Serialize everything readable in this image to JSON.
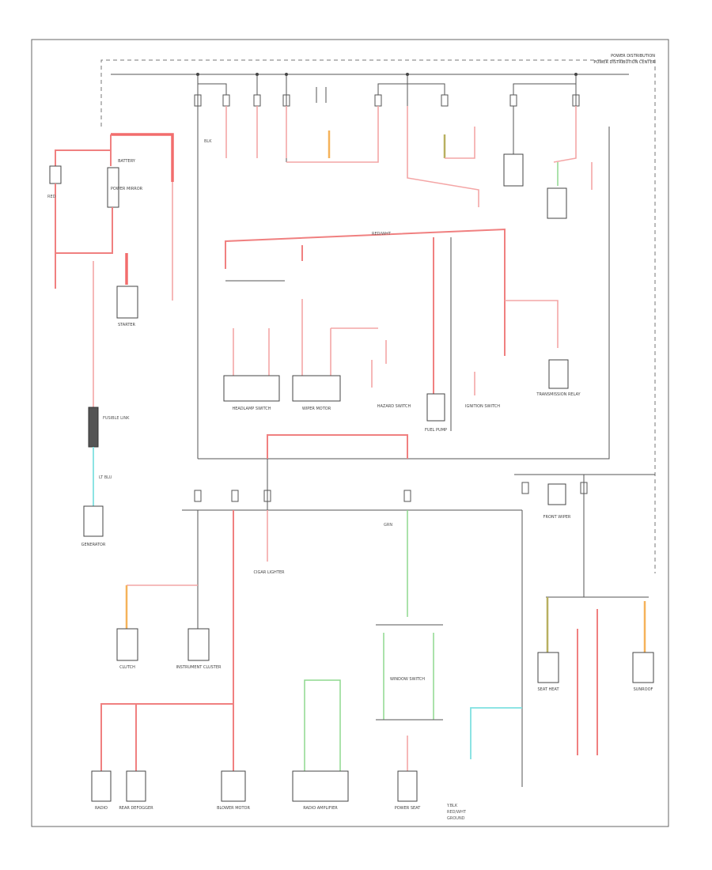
{
  "header": {
    "line1": "POWER DISTRIBUTION",
    "line2": "POWER DISTRIBUTION CENTER"
  },
  "footer_code": "",
  "colors": {
    "red": "#f26d6d",
    "pink": "#f4a6a6",
    "green": "#8fd88f",
    "cyan": "#7fe0e0",
    "orange": "#f5b25a",
    "black": "#555555"
  },
  "components": {
    "battery": "BATTERY",
    "starter": "STARTER",
    "generator": "GENERATOR",
    "fusible_link": "FUSIBLE LINK",
    "clutch": "CLUTCH",
    "radio": "RADIO",
    "headlamp_switch": "HEADLAMP SWITCH",
    "wiper_motor": "WIPER MOTOR",
    "power_seat": "POWER SEAT",
    "hazard_switch": "HAZARD SWITCH",
    "ignition_switch": "IGNITION SWITCH",
    "fuel_pump": "FUEL PUMP",
    "transmission_relay": "TRANSMISSION RELAY",
    "front_wiper": "FRONT WIPER",
    "instrument_cluster": "INSTRUMENT CLUSTER",
    "cigar_lighter": "CIGAR LIGHTER",
    "blower_motor": "BLOWER MOTOR",
    "rear_defogger": "REAR DEFOGGER",
    "radio_amplifier": "RADIO AMPLIFIER",
    "window_switch": "WINDOW SWITCH",
    "power_mirror": "POWER MIRROR",
    "seat_heat": "SEAT HEAT",
    "sunroof": "SUNROOF"
  },
  "legend": {
    "item1": "Y.BLK",
    "item2": "RED/WHT",
    "item3": "GROUND"
  },
  "wire_codes": {
    "red": "RED",
    "red_wht": "RED/WHT",
    "blk": "BLK",
    "grn": "GRN",
    "lt_blu": "LT BLU"
  }
}
